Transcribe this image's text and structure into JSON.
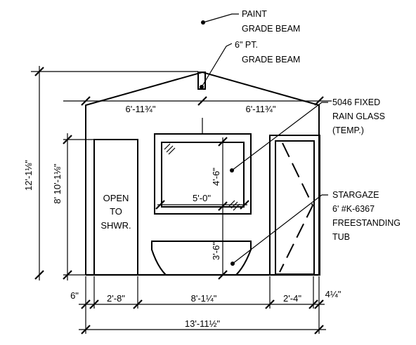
{
  "callouts": {
    "grade_beam_1": "PAINT",
    "grade_beam_2": "GRADE BEAM",
    "pt_beam_1": "6\" PT.",
    "pt_beam_2": "GRADE BEAM",
    "window_1": "5046 FIXED",
    "window_2": "RAIN GLASS",
    "window_3": "(TEMP.)",
    "tub_1": "STARGAZE",
    "tub_2": "6' #K-6367",
    "tub_3": "FREESTANDING",
    "tub_4": "TUB"
  },
  "opening": {
    "line1": "OPEN",
    "line2": "TO",
    "line3": "SHWR."
  },
  "dimensions": {
    "roof_left": "6'-11¾\"",
    "roof_right": "6'-11¾\"",
    "overall_height": "12'-1⅛\"",
    "wall_height": "8' 10'-1⅛\"",
    "window_height": "4'-6\"",
    "window_width": "5'-0\"",
    "tub_height": "3'-6\"",
    "bottom_6": "6\"",
    "bottom_2_8": "2'-8\"",
    "bottom_8_1": "8'-1¼\"",
    "bottom_2_4": "2'-4\"",
    "bottom_quarter": "4¼\"",
    "overall_width": "13'-11½\""
  }
}
